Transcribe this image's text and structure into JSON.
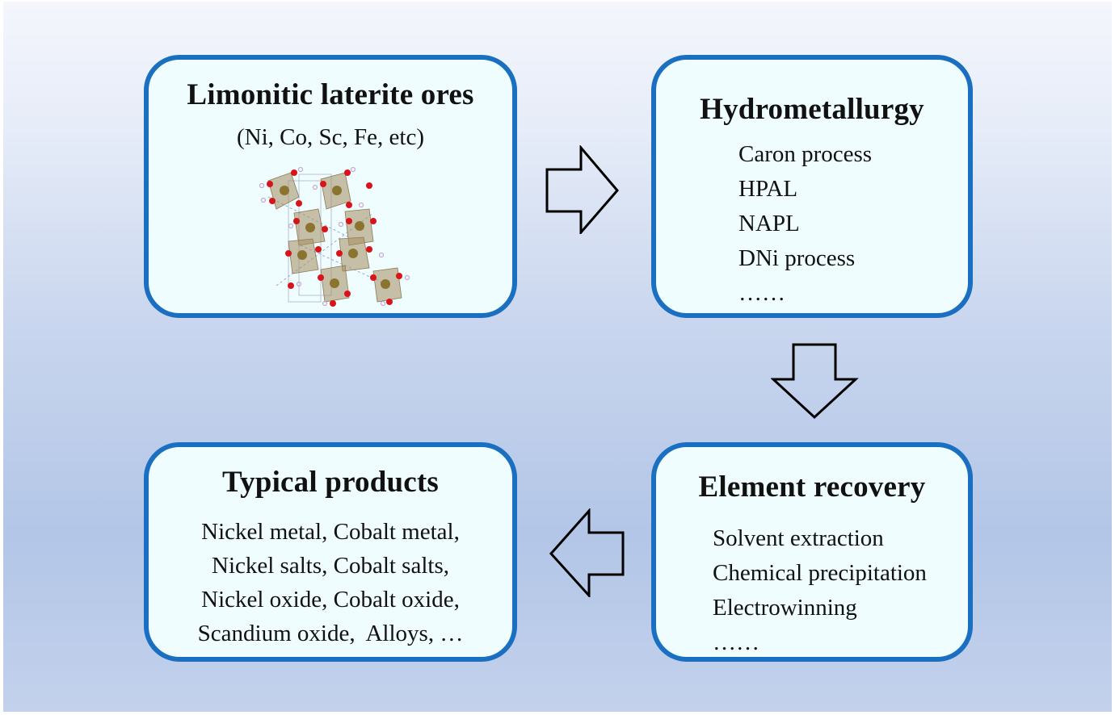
{
  "diagram": {
    "boxes": {
      "ores": {
        "title": "Limonitic laterite ores",
        "subtitle": "(Ni, Co, Sc, Fe, etc)",
        "image": "crystal-structure-illustration"
      },
      "hydrometallurgy": {
        "title": "Hydrometallurgy",
        "items": [
          "Caron process",
          "HPAL",
          "NAPL",
          "DNi process",
          "……"
        ]
      },
      "element_recovery": {
        "title": "Element recovery",
        "items": [
          "Solvent extraction",
          "Chemical precipitation",
          "Electrowinning",
          "……"
        ]
      },
      "typical_products": {
        "title": "Typical products",
        "lines": [
          "Nickel metal, Cobalt metal,",
          "Nickel salts, Cobalt salts,",
          "Nickel oxide, Cobalt oxide,",
          "Scandium oxide,  Alloys, …"
        ]
      }
    },
    "arrows": [
      {
        "from": "ores",
        "to": "hydrometallurgy",
        "direction": "right"
      },
      {
        "from": "hydrometallurgy",
        "to": "element_recovery",
        "direction": "down"
      },
      {
        "from": "element_recovery",
        "to": "typical_products",
        "direction": "left"
      }
    ],
    "colors": {
      "box_border": "#1a6fc1",
      "box_fill": "#effdfe",
      "background_top": "#f4f6fc",
      "background_bottom": "#b3c6e7"
    }
  }
}
